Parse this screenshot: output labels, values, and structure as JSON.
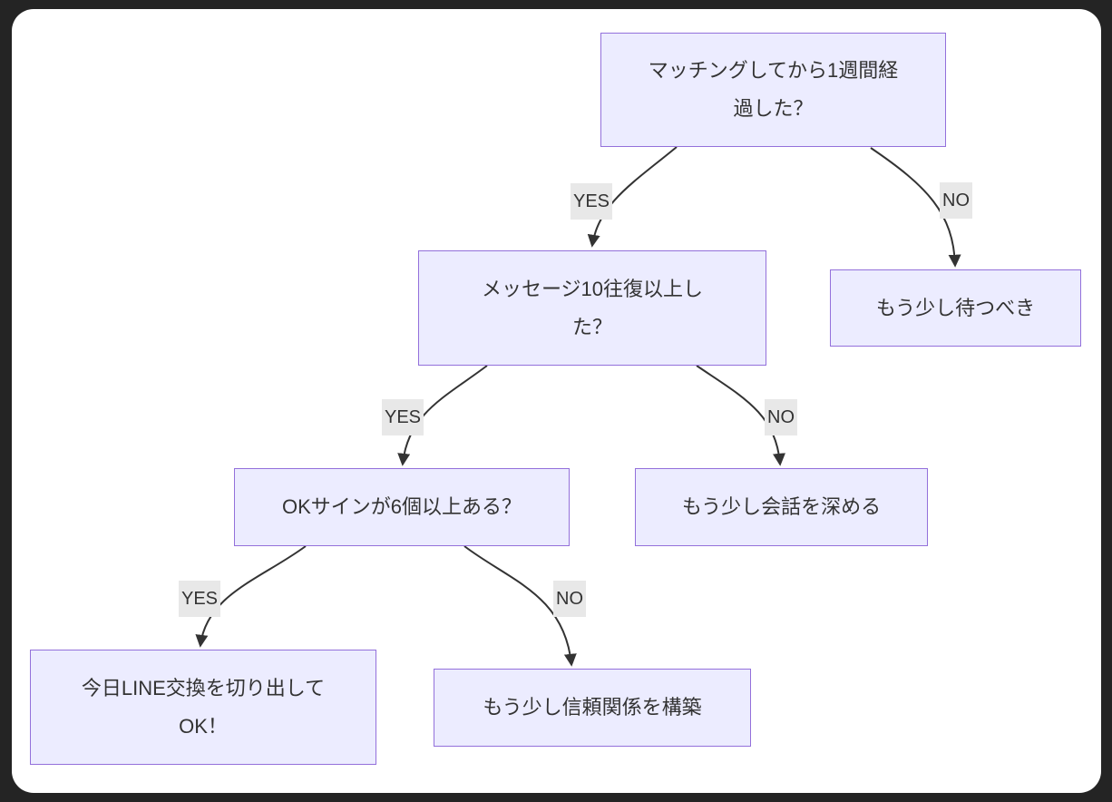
{
  "diagram": {
    "type": "flowchart",
    "direction": "top-down",
    "nodes": [
      {
        "id": "q1",
        "kind": "question",
        "text": "マッチングしてから1週間経過した？",
        "lines": [
          "マッチングしてから1週間経",
          "過した？"
        ]
      },
      {
        "id": "q2",
        "kind": "question",
        "text": "メッセージ10往復以上した？",
        "lines": [
          "メッセージ10往復以上し",
          "た？"
        ]
      },
      {
        "id": "wait",
        "kind": "result",
        "text": "もう少し待つべき",
        "lines": [
          "もう少し待つべき"
        ]
      },
      {
        "id": "q3",
        "kind": "question",
        "text": "OKサインが6個以上ある？",
        "lines": [
          "OKサインが6個以上ある？"
        ]
      },
      {
        "id": "deepen",
        "kind": "result",
        "text": "もう少し会話を深める",
        "lines": [
          "もう少し会話を深める"
        ]
      },
      {
        "id": "line_ok",
        "kind": "result",
        "text": "今日LINE交換を切り出してOK！",
        "lines": [
          "今日LINE交換を切り出して",
          "OK！"
        ]
      },
      {
        "id": "trust",
        "kind": "result",
        "text": "もう少し信頼関係を構築",
        "lines": [
          "もう少し信頼関係を構築"
        ]
      }
    ],
    "edges": [
      {
        "from": "q1",
        "to": "q2",
        "label": "YES"
      },
      {
        "from": "q1",
        "to": "wait",
        "label": "NO"
      },
      {
        "from": "q2",
        "to": "q3",
        "label": "YES"
      },
      {
        "from": "q2",
        "to": "deepen",
        "label": "NO"
      },
      {
        "from": "q3",
        "to": "line_ok",
        "label": "YES"
      },
      {
        "from": "q3",
        "to": "trust",
        "label": "NO"
      }
    ],
    "colors": {
      "frame_bg": "#242424",
      "card_bg": "#ffffff",
      "node_fill": "#ECECFF",
      "node_border": "#9370DB",
      "node_text": "#333333",
      "edge_stroke": "#333333",
      "edge_label_bg": "#e8e8e8"
    }
  }
}
